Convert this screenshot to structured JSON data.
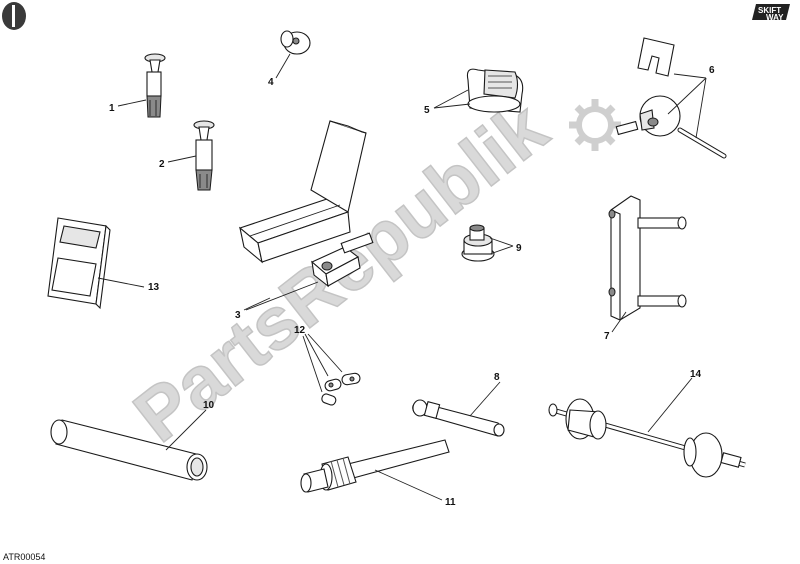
{
  "watermark": {
    "text": "PartsRepublik"
  },
  "logo": {
    "line1": "SKIFT",
    "line2": "WAY"
  },
  "code": "ATR00054",
  "callouts": [
    "1",
    "2",
    "3",
    "4",
    "5",
    "6",
    "7",
    "8",
    "9",
    "10",
    "11",
    "12",
    "13",
    "14"
  ]
}
